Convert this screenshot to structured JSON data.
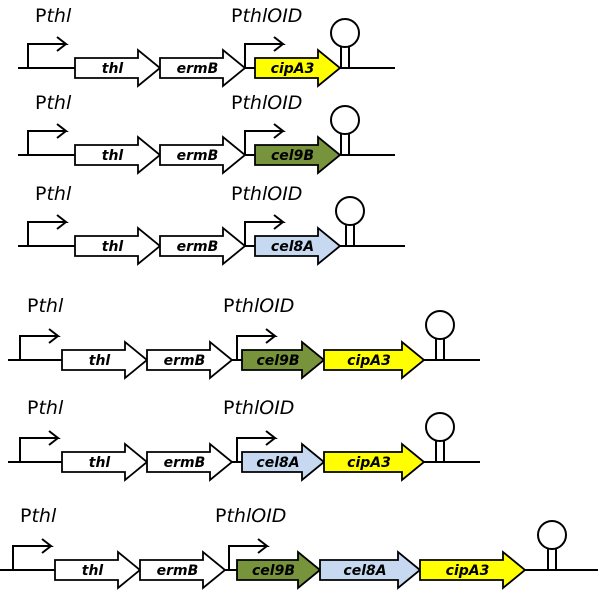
{
  "colors": {
    "cipA3": "#ffff00",
    "cel9B": "#77933c",
    "cel8A": "#c6d9f1",
    "plain": "#ffffff",
    "stroke": "#000000"
  },
  "constructs": [
    {
      "promoter_left": {
        "prefix": "P",
        "italic": "thl",
        "suffix": ""
      },
      "promoter_right": {
        "prefix": "P",
        "italic": "thlOID",
        "suffix": ""
      },
      "genes": [
        {
          "label": "thl",
          "fill": "plain"
        },
        {
          "label": "ermB",
          "fill": "plain"
        },
        {
          "label": "cipA3",
          "fill": "cipA3"
        }
      ]
    },
    {
      "promoter_left": {
        "prefix": "P",
        "italic": "thl",
        "suffix": ""
      },
      "promoter_right": {
        "prefix": "P",
        "italic": "thlOID",
        "suffix": ""
      },
      "genes": [
        {
          "label": "thl",
          "fill": "plain"
        },
        {
          "label": "ermB",
          "fill": "plain"
        },
        {
          "label": "cel9B",
          "fill": "cel9B"
        }
      ]
    },
    {
      "promoter_left": {
        "prefix": "P",
        "italic": "thl",
        "suffix": ""
      },
      "promoter_right": {
        "prefix": "P",
        "italic": "thlOID",
        "suffix": ""
      },
      "genes": [
        {
          "label": "thl",
          "fill": "plain"
        },
        {
          "label": "ermB",
          "fill": "plain"
        },
        {
          "label": "cel8A",
          "fill": "cel8A"
        }
      ]
    },
    {
      "promoter_left": {
        "prefix": "P",
        "italic": "thl",
        "suffix": ""
      },
      "promoter_right": {
        "prefix": "P",
        "italic": "thlOID",
        "suffix": ""
      },
      "genes": [
        {
          "label": "thl",
          "fill": "plain"
        },
        {
          "label": "ermB",
          "fill": "plain"
        },
        {
          "label": "cel9B",
          "fill": "cel9B"
        },
        {
          "label": "cipA3",
          "fill": "cipA3"
        }
      ]
    },
    {
      "promoter_left": {
        "prefix": "P",
        "italic": "thl",
        "suffix": ""
      },
      "promoter_right": {
        "prefix": "P",
        "italic": "thlOID",
        "suffix": ""
      },
      "genes": [
        {
          "label": "thl",
          "fill": "plain"
        },
        {
          "label": "ermB",
          "fill": "plain"
        },
        {
          "label": "cel8A",
          "fill": "cel8A"
        },
        {
          "label": "cipA3",
          "fill": "cipA3"
        }
      ]
    },
    {
      "promoter_left": {
        "prefix": "P",
        "italic": "thl",
        "suffix": ""
      },
      "promoter_right": {
        "prefix": "P",
        "italic": "thlOID",
        "suffix": ""
      },
      "genes": [
        {
          "label": "thl",
          "fill": "plain"
        },
        {
          "label": "ermB",
          "fill": "plain"
        },
        {
          "label": "cel9B",
          "fill": "cel9B"
        },
        {
          "label": "cel8A",
          "fill": "cel8A"
        },
        {
          "label": "cipA3",
          "fill": "cipA3"
        }
      ]
    }
  ]
}
